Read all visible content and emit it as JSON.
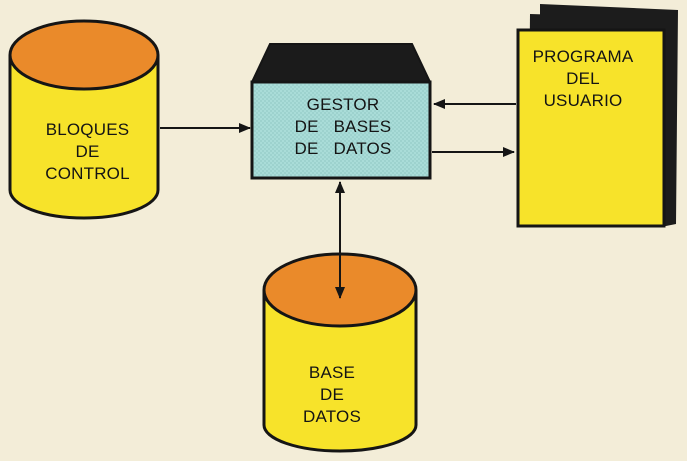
{
  "diagram": {
    "bloques_de_control": {
      "lines": [
        "BLOQUES",
        "DE",
        "CONTROL"
      ]
    },
    "gestor_de_bases_de_datos": {
      "lines": [
        "GESTOR",
        "DE BASES",
        "DE DATOS"
      ]
    },
    "programa_del_usuario": {
      "lines": [
        "PROGRAMA",
        "DEL",
        "USUARIO"
      ]
    },
    "base_de_datos": {
      "lines": [
        "BASE",
        "DE",
        "DATOS"
      ]
    }
  },
  "colors": {
    "background": "#f3edd8",
    "cylinder_body": "#f7e32a",
    "cylinder_top": "#ea8a2a",
    "gestor_box": "#a9dcd8",
    "gestor_top": "#1b1b1b",
    "document": "#f7e32a",
    "document_shadow": "#1c1c1c",
    "stroke": "#151515"
  }
}
